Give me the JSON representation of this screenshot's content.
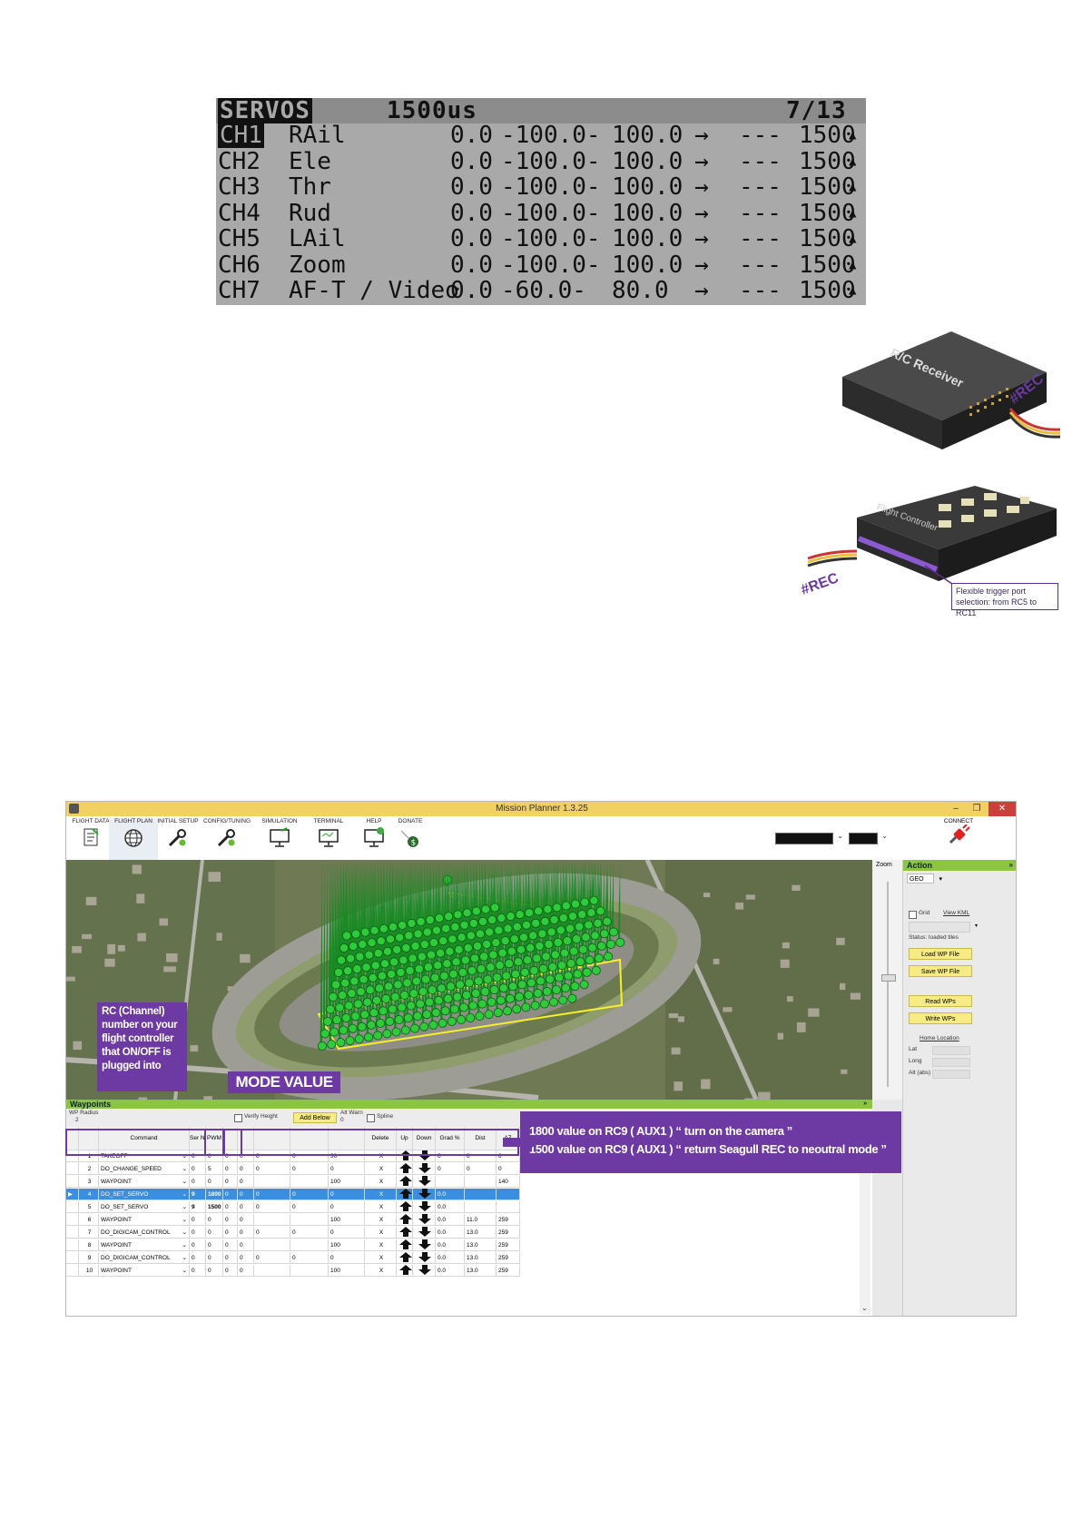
{
  "servo_screen": {
    "title": "SERVOS",
    "pulse": "1500us",
    "page": "7/13",
    "channels": [
      {
        "ch": "CH1",
        "name": "RAil",
        "offset": "0.0",
        "min": "-100.0-",
        "max": "100.0",
        "arrow": "→",
        "dash": "---",
        "value": "1500",
        "mark": "▲"
      },
      {
        "ch": "CH2",
        "name": "Ele",
        "offset": "0.0",
        "min": "-100.0-",
        "max": "100.0",
        "arrow": "→",
        "dash": "---",
        "value": "1500",
        "mark": "▲"
      },
      {
        "ch": "CH3",
        "name": "Thr",
        "offset": "0.0",
        "min": "-100.0-",
        "max": "100.0",
        "arrow": "→",
        "dash": "---",
        "value": "1500",
        "mark": "▲"
      },
      {
        "ch": "CH4",
        "name": "Rud",
        "offset": "0.0",
        "min": "-100.0-",
        "max": "100.0",
        "arrow": "→",
        "dash": "---",
        "value": "1500",
        "mark": "▲"
      },
      {
        "ch": "CH5",
        "name": "LAil",
        "offset": "0.0",
        "min": "-100.0-",
        "max": "100.0",
        "arrow": "→",
        "dash": "---",
        "value": "1500",
        "mark": "▲"
      },
      {
        "ch": "CH6",
        "name": "Zoom",
        "offset": "0.0",
        "min": "-100.0-",
        "max": "100.0",
        "arrow": "→",
        "dash": "---",
        "value": "1500",
        "mark": "▲"
      },
      {
        "ch": "CH7",
        "name": "AF-T / Video",
        "offset": "0.0",
        "min": "-60.0-",
        "max": "80.0",
        "arrow": "→",
        "dash": "---",
        "value": "1500",
        "mark": "▲"
      }
    ]
  },
  "hardware": {
    "receiver_label": "R/C Receiver",
    "receiver_tag": "#REC",
    "fc_label": "Flight Controller",
    "fc_tag": "#REC",
    "fc_callout": "Flexible trigger port selection: from RC5 to RC11"
  },
  "mission_planner": {
    "window_title": "Mission Planner 1.3.25",
    "window_buttons": {
      "minimize": "–",
      "maximize": "❐",
      "close": "✕"
    },
    "toolbar": [
      {
        "label": "FLIGHT DATA",
        "icon": "flight-data-icon"
      },
      {
        "label": "FLIGHT PLAN",
        "icon": "globe-icon"
      },
      {
        "label": "INITIAL SETUP",
        "icon": "wrench-icon"
      },
      {
        "label": "CONFIG/TUNING",
        "icon": "wrench-icon"
      },
      {
        "label": "SIMULATION",
        "icon": "monitor-icon"
      },
      {
        "label": "TERMINAL",
        "icon": "terminal-icon"
      },
      {
        "label": "HELP",
        "icon": "help-monitor-icon"
      },
      {
        "label": "DONATE",
        "icon": "donate-icon"
      }
    ],
    "connect_label": "CONNECT",
    "zoom_label": "Zoom",
    "action_panel": {
      "title": "Action",
      "collapse": "»",
      "geo": "GEO",
      "grid_label": "Grid",
      "view_kml": "View KML",
      "status": "Status: loaded tiles",
      "load_wp": "Load WP File",
      "save_wp": "Save WP File",
      "read_wps": "Read WPs",
      "write_wps": "Write WPs",
      "home_location": "Home Location",
      "lat": "Lat",
      "long": "Long",
      "alt": "Alt (abs)"
    },
    "waypoints_bar": {
      "title": "Waypoints",
      "collapse": "»"
    },
    "controls": {
      "wp_radius_label": "WP Radius",
      "wp_radius_value": "2",
      "verify_height": "Verify Height",
      "add_below": "Add Below",
      "alt_warn_label": "Alt Warn",
      "alt_warn_value": "0",
      "spline": "Spline"
    },
    "columns": [
      "",
      "",
      "Command",
      "Ser No",
      "PWM",
      "",
      "",
      "",
      "",
      "",
      "",
      "Delete",
      "Up",
      "Down",
      "Grad %",
      "Dist",
      "AZ"
    ],
    "rows": [
      {
        "n": "1",
        "cmd": "TAKEOFF",
        "p1": "0",
        "p2": "0",
        "p3": "0",
        "p4": "0",
        "p5": "0",
        "p6": "0",
        "alt": "30",
        "del": "X",
        "grad": "0",
        "dist": "0",
        "az": "0"
      },
      {
        "n": "2",
        "cmd": "DO_CHANGE_SPEED",
        "p1": "0",
        "p2": "5",
        "p3": "0",
        "p4": "0",
        "p5": "0",
        "p6": "0",
        "alt": "0",
        "del": "X",
        "grad": "0",
        "dist": "0",
        "az": "0"
      },
      {
        "n": "3",
        "cmd": "WAYPOINT",
        "p1": "0",
        "p2": "0",
        "p3": "0",
        "p4": "0",
        "p5": "",
        "p6": "",
        "alt": "100",
        "del": "X",
        "grad": "",
        "dist": "",
        "az": "140"
      },
      {
        "n": "4",
        "cmd": "DO_SET_SERVO",
        "p1": "9",
        "p2": "1800",
        "p3": "0",
        "p4": "0",
        "p5": "0",
        "p6": "0",
        "alt": "0",
        "del": "X",
        "grad": "0.0",
        "dist": "",
        "az": ""
      },
      {
        "n": "5",
        "cmd": "DO_SET_SERVO",
        "p1": "9",
        "p2": "1500",
        "p3": "0",
        "p4": "0",
        "p5": "0",
        "p6": "0",
        "alt": "0",
        "del": "X",
        "grad": "0.0",
        "dist": "",
        "az": ""
      },
      {
        "n": "6",
        "cmd": "WAYPOINT",
        "p1": "0",
        "p2": "0",
        "p3": "0",
        "p4": "0",
        "p5": "",
        "p6": "",
        "alt": "100",
        "del": "X",
        "grad": "0.0",
        "dist": "11.0",
        "az": "259"
      },
      {
        "n": "7",
        "cmd": "DO_DIGICAM_CONTROL",
        "p1": "0",
        "p2": "0",
        "p3": "0",
        "p4": "0",
        "p5": "0",
        "p6": "0",
        "alt": "0",
        "del": "X",
        "grad": "0.0",
        "dist": "13.0",
        "az": "259"
      },
      {
        "n": "8",
        "cmd": "WAYPOINT",
        "p1": "0",
        "p2": "0",
        "p3": "0",
        "p4": "0",
        "p5": "",
        "p6": "",
        "alt": "100",
        "del": "X",
        "grad": "0.0",
        "dist": "13.0",
        "az": "259"
      },
      {
        "n": "9",
        "cmd": "DO_DIGICAM_CONTROL",
        "p1": "0",
        "p2": "0",
        "p3": "0",
        "p4": "0",
        "p5": "0",
        "p6": "0",
        "alt": "0",
        "del": "X",
        "grad": "0.0",
        "dist": "13.0",
        "az": "259"
      },
      {
        "n": "10",
        "cmd": "WAYPOINT",
        "p1": "0",
        "p2": "0",
        "p3": "0",
        "p4": "0",
        "p5": "",
        "p6": "",
        "alt": "100",
        "del": "X",
        "grad": "0.0",
        "dist": "13.0",
        "az": "259"
      }
    ]
  },
  "annotations": {
    "rc_note": "RC (Channel) number on your flight controller that ON/OFF is plugged into",
    "mode_note": "MODE VALUE",
    "value_line1": "1800 value on RC9 ( AUX1 ) “ turn on the camera ”",
    "value_line2": "1500 value on RC9 ( AUX1 ) “ return Seagull REC to neoutral mode ”"
  },
  "colors": {
    "lcd_bg": "#a9a9a9",
    "annotation": "#6d3aa3",
    "mp_titlebar": "#f2d063",
    "panel_header": "#8cc63f",
    "button_yellow": "#f6eb84",
    "selected_row": "#3b8fe0"
  }
}
